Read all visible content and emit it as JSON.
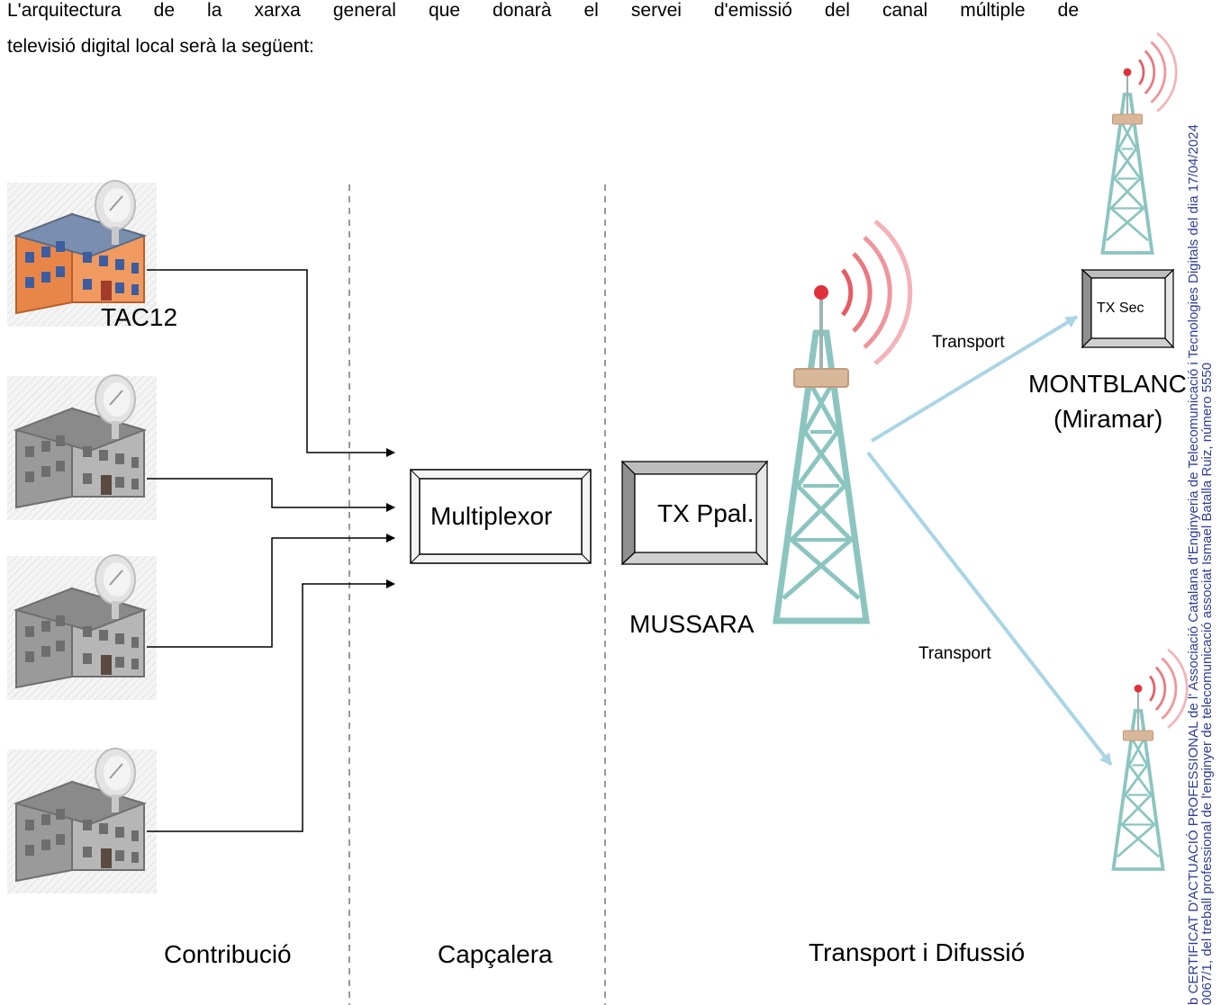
{
  "intro": {
    "line1": "L'arquitectura de la xarxa general que donarà el servei d'emissió del canal múltiple de",
    "line2": "televisió digital local serà la següent:"
  },
  "sources": {
    "tac12_label": "TAC12"
  },
  "boxes": {
    "multiplexor": "Multiplexor",
    "tx_ppal": "TX Ppal.",
    "tx_sec": "TX Sec"
  },
  "sites": {
    "mussara": "MUSSARA",
    "montblanc_line1": "MONTBLANC",
    "montblanc_line2": "(Miramar)"
  },
  "links": {
    "transport_upper": "Transport",
    "transport_lower": "Transport"
  },
  "sections": {
    "contribucio": "Contribució",
    "capcalera": "Capçalera",
    "transport_difusio": "Transport i Difussió"
  },
  "certificate": {
    "line1": "b CERTIFICAT D'ACTUACIÓ PROFESSIONAL de l' Associació Catalana d'Enginyeria de Telecomunicació i Tecnologies Digitals del dia 17/04/2024",
    "line2": "0067/1, del treball professional de l'enginyer de telecomunicació associat Ismael Batalla Ruiz, número 5550"
  },
  "colors": {
    "building_orange": "#e8864a",
    "building_gray": "#9a9a9a",
    "tower_teal": "#8cc5c0",
    "signal_red": "#e0404a",
    "transport_arrow": "#a9d5e4",
    "certificate_text": "#2f3d99"
  }
}
